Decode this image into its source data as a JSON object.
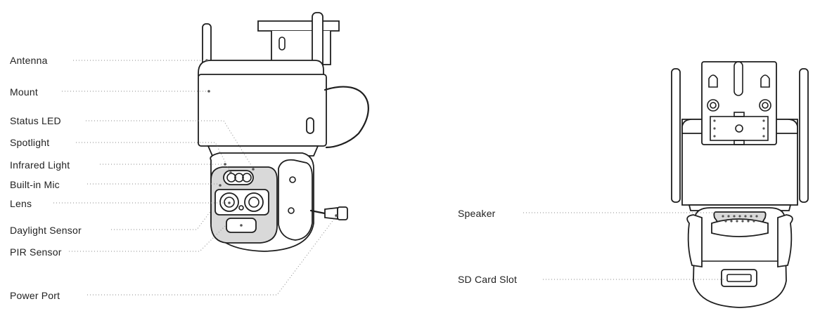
{
  "front_view": {
    "labels": [
      {
        "id": "antenna",
        "text": "Antenna"
      },
      {
        "id": "mount",
        "text": "Mount"
      },
      {
        "id": "status-led",
        "text": "Status LED"
      },
      {
        "id": "spotlight",
        "text": "Spotlight"
      },
      {
        "id": "infrared-light",
        "text": "Infrared Light"
      },
      {
        "id": "built-in-mic",
        "text": "Built-in Mic"
      },
      {
        "id": "lens",
        "text": "Lens"
      },
      {
        "id": "daylight-sensor",
        "text": "Daylight Sensor"
      },
      {
        "id": "pir-sensor",
        "text": "PIR Sensor"
      },
      {
        "id": "power-port",
        "text": "Power Port"
      }
    ]
  },
  "back_view": {
    "labels": [
      {
        "id": "speaker",
        "text": "Speaker"
      },
      {
        "id": "sd-card-slot",
        "text": "SD Card Slot"
      }
    ]
  },
  "colors": {
    "line": "#1e1e1e",
    "text": "#222222",
    "leader": "#8a8a8a"
  }
}
